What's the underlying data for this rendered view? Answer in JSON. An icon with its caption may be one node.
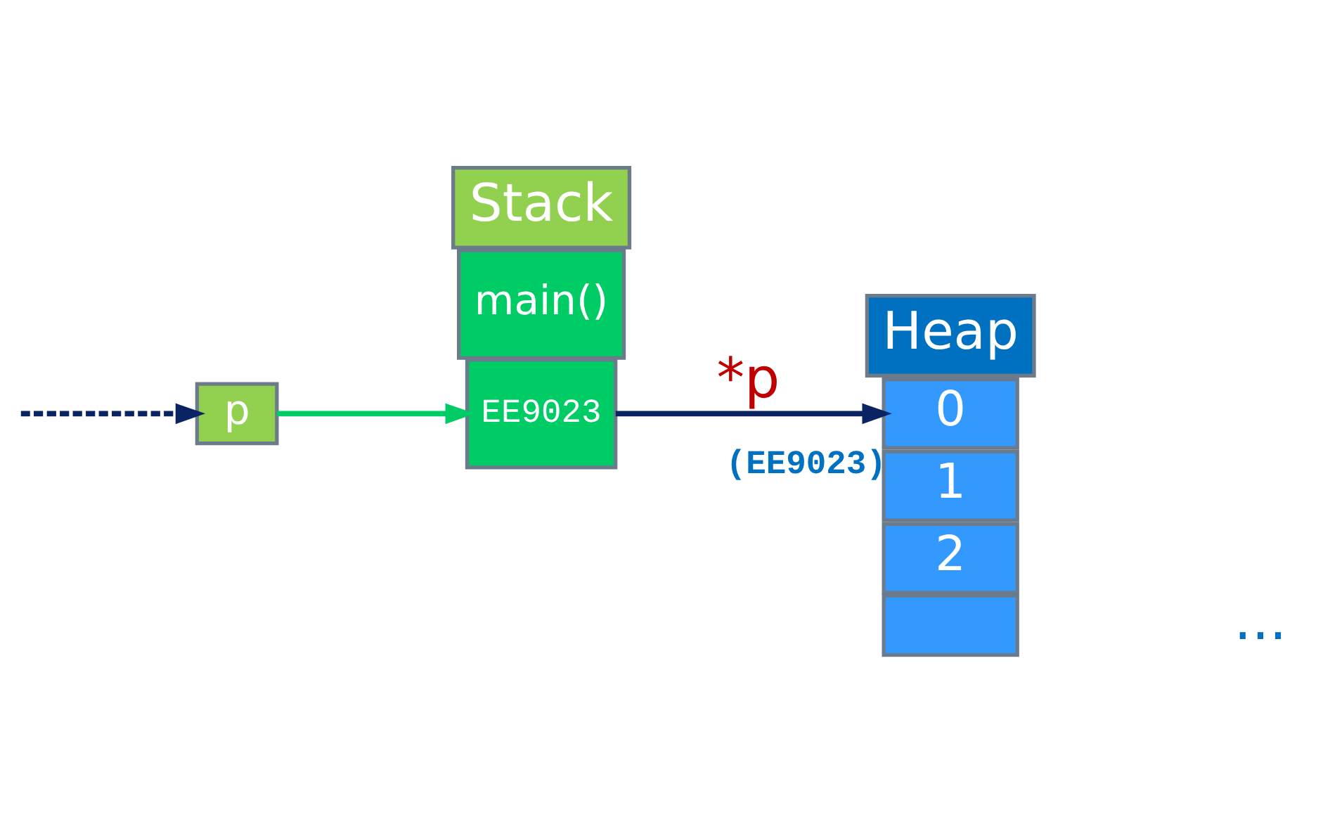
{
  "diagram": {
    "nodes": [
      {
        "text": [
          "Stack"
        ]
      },
      {
        "text": [
          "main()"
        ]
      },
      {
        "text": [
          "EE9023"
        ]
      },
      {
        "text": [
          "Heap"
        ]
      },
      {
        "text": [
          "0"
        ],
        "beside": [
          "(EE9023)"
        ]
      },
      {
        "text": [
          "1"
        ]
      },
      {
        "text": [
          "2"
        ]
      },
      {
        "text": [],
        "shape": "box"
      },
      {
        "text": [
          "p"
        ]
      }
    ],
    "edges": [
      {
        "from": null,
        "to": 8,
        "arrow": "to",
        "style": "dashed",
        "color": "#0a2463"
      },
      {
        "from": 8,
        "to": 2,
        "arrow": "to",
        "color": "#00cc66"
      },
      {
        "from": 2,
        "to": 4,
        "arrow": "to",
        "label": "*p",
        "color": "#0a2463"
      }
    ],
    "labels": [
      "..."
    ]
  }
}
